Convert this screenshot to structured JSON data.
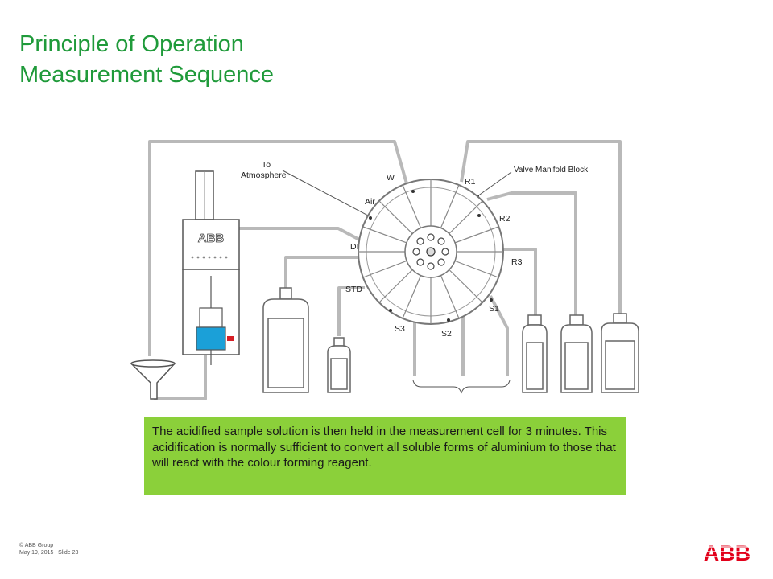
{
  "slide": {
    "title": "Principle of Operation",
    "subtitle": "Measurement Sequence",
    "description": "The acidified sample solution is then held in the measurement cell for 3 minutes. This acidification is normally sufficient to convert all soluble forms of aluminium to those that will react with the colour forming reagent.",
    "footer_copyright": "© ABB Group",
    "footer_date_slide": "May 19, 2015 | Slide 23",
    "accent_color": "#1f9a3a",
    "callout_color": "#8bd03a",
    "logo_color": "#e2001a"
  },
  "diagram": {
    "labels": {
      "to_atmosphere_1": "To",
      "to_atmosphere_2": "Atmosphere",
      "w": "W",
      "air": "Air",
      "di": "DI",
      "std": "STD",
      "s3": "S3",
      "s2": "S2",
      "s1": "S1",
      "r1": "R1",
      "r2": "R2",
      "r3": "R3",
      "valve_manifold": "Valve Manifold Block",
      "analyzer_brand": "ABB"
    }
  },
  "logo": {
    "text": "ABB"
  }
}
